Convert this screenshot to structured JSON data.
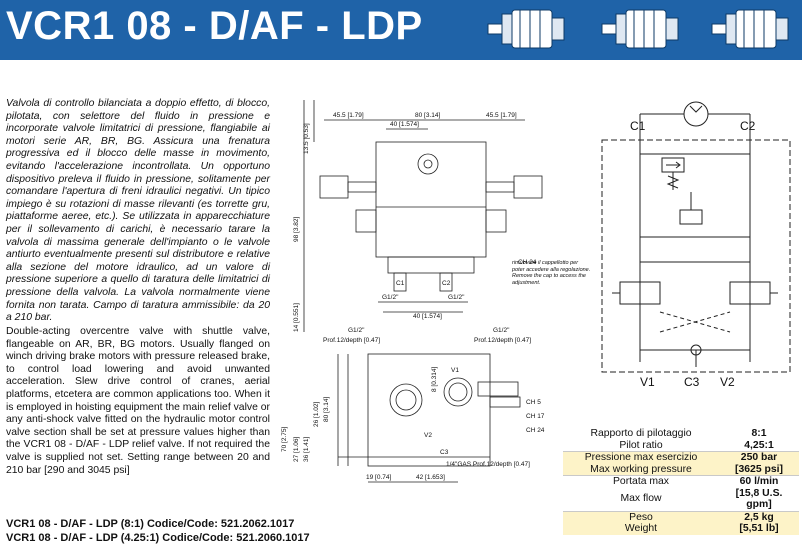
{
  "header": {
    "title": "VCR1 08 - D/AF - LDP",
    "icons": [
      "hydraulic-motor-icon",
      "hydraulic-motor-icon",
      "hydraulic-motor-icon"
    ]
  },
  "description_it": "Valvola di controllo bilanciata a doppio effetto, di blocco, pilotata, con selettore del fluido in pressione e incorporate valvole limitatrici di pressione, flangiabile ai motori serie AR, BR, BG. Assicura una frenatura progressiva ed il blocco delle masse in movimento, evitando l'accelerazione incontrollata. Un opportuno dispositivo preleva il fluido in pressione, solitamente per comandare l'apertura di freni idraulici negativi. Un tipico impiego è su rotazioni di masse rilevanti (es torrette gru, piattaforme aeree, etc.). Se utilizzata in apparecchiature per il sollevamento di carichi, è necessario tarare la valvola di massima generale dell'impianto o le valvole antiurto eventualmente presenti sul distributore e relative alla sezione del motore idraulico, ad un valore di pressione superiore a quello di taratura delle limitatrici di pressione della valvola. La valvola normalmente viene fornita non tarata. Campo di taratura ammissibile: da 20 a 210 bar.",
  "description_en": "Double-acting overcentre valve with shuttle valve, flangeable on AR, BR, BG motors. Usually flanged on winch driving brake motors with pressure released brake, to control load lowering and avoid unwanted acceleration. Slew drive control of cranes, aerial platforms, etcetera are common applications too. When it is employed in hoisting equipment the main relief valve or any anti-shock valve fitted on the hydraulic motor control valve section shall be set at pressure values higher than the VCR1 08 - D/AF - LDP relief valve. If not required the valve is supplied not set. Setting range between 20 and 210 bar [290 and 3045 psi]",
  "codes": [
    "VCR1 08 - D/AF - LDP (8:1) Codice/Code: 521.2062.1017",
    "VCR1 08 - D/AF - LDP (4.25:1) Codice/Code: 521.2060.1017"
  ],
  "drawing": {
    "dims": [
      "45.5 [1.79]",
      "80 [3.14]",
      "45.5 [1.79]",
      "40 [1.574]",
      "13.5 [0.53]",
      "98 [3.82]",
      "14 [0.551]",
      "G1/2\"",
      "G1/2\"",
      "40 [1.574]",
      "CH 24",
      "C1",
      "C2"
    ],
    "note": "rimuovere il cappellotto per poter accedere alla regolazione. Remove the cap to access the adjustment.",
    "bottom_dims": [
      "G1/2\"",
      "Prof.12/depth [0.47]",
      "G1/2\"",
      "Prof.12/depth [0.47]",
      "8 [0.314]",
      "V1",
      "V2",
      "CH 5",
      "CH 17",
      "CH 24",
      "C3",
      "1/4\"GAS Prof.12/depth [0.47]",
      "19 [0.74]",
      "42 [1.653]",
      "70 [2.75]",
      "27 [1.06]",
      "36 [1.41]",
      "26 [1.02]",
      "80 [3.14]"
    ]
  },
  "schematic": {
    "labels": [
      "C1",
      "C2",
      "V1",
      "C3",
      "V2"
    ]
  },
  "specs": [
    {
      "label_it": "Rapporto di pilotaggio",
      "label_en": "Pilot ratio",
      "value1": "8:1",
      "value2": "4,25:1",
      "highlight": false
    },
    {
      "label_it": "Pressione max esercizio",
      "label_en": "Max working pressure",
      "value1": "250 bar",
      "value2": "[3625 psi]",
      "highlight": true
    },
    {
      "label_it": "Portata max",
      "label_en": "Max flow",
      "value1": "60 l/min",
      "value2": "[15,8 U.S. gpm]",
      "highlight": false
    },
    {
      "label_it": "Peso",
      "label_en": "Weight",
      "value1": "2,5 kg",
      "value2": "[5,51 lb]",
      "highlight": true
    }
  ]
}
